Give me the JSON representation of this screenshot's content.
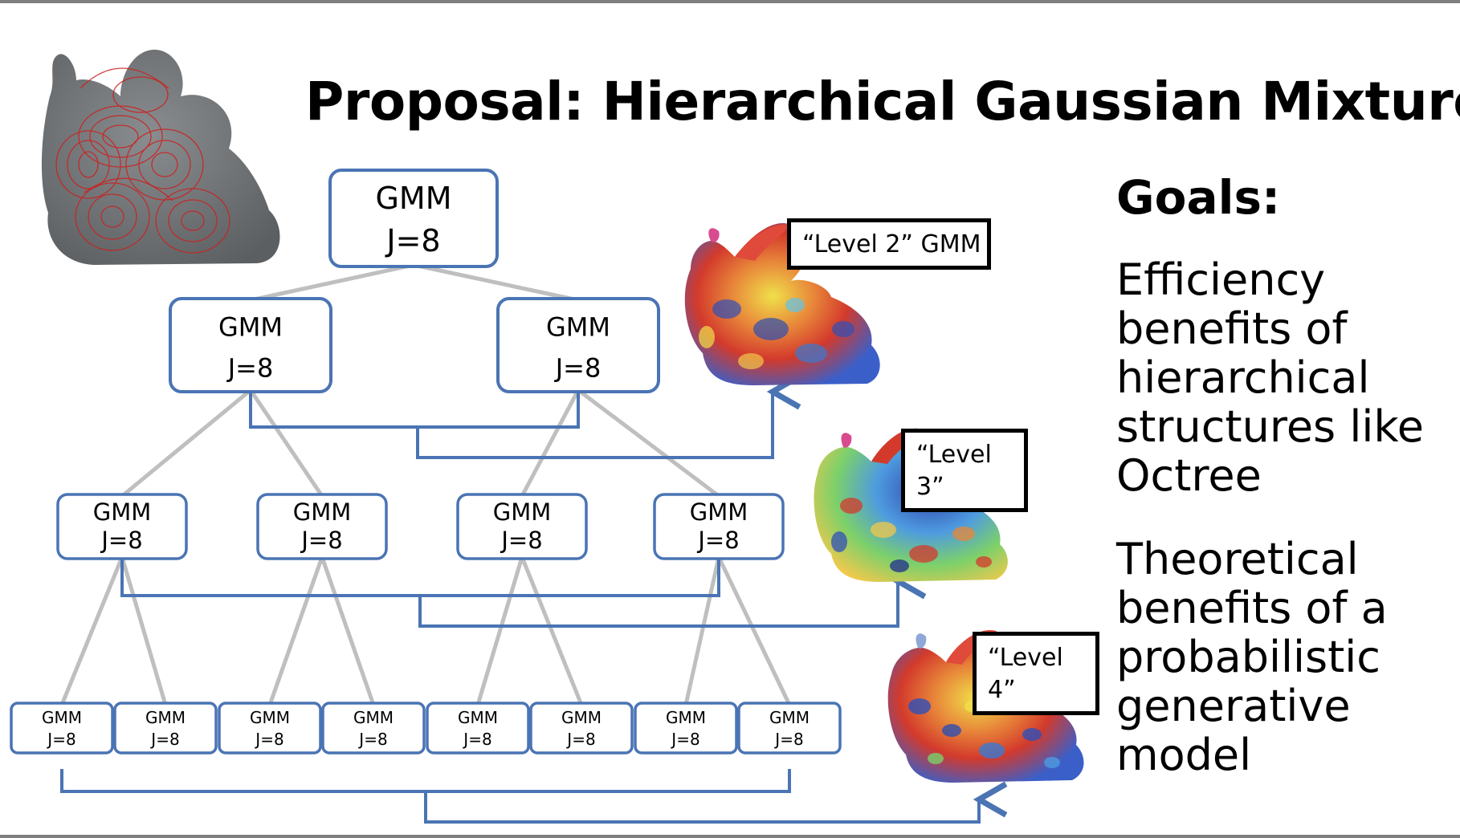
{
  "title": "Proposal: Hierarchical Gaussian Mixture",
  "goals": {
    "heading": "Goals:",
    "items": [
      "Efficiency benefits of hierarchical structures like Octree",
      "Theoretical benefits of a probabilistic generative model"
    ]
  },
  "tree": {
    "node_label": "GMM",
    "node_param": "J=8",
    "levels": [
      1,
      2,
      4,
      8
    ]
  },
  "level_labels": {
    "level2": "“Level 2” GMM",
    "level3": "“Level 3”",
    "level4": "“Level 4”"
  },
  "colors": {
    "node_border": "#4a74b4",
    "bracket": "#4a74b4",
    "edge": "#bfbfbf",
    "wireframe": "#cc1f1f",
    "bunny_gray": "#6e7173"
  }
}
